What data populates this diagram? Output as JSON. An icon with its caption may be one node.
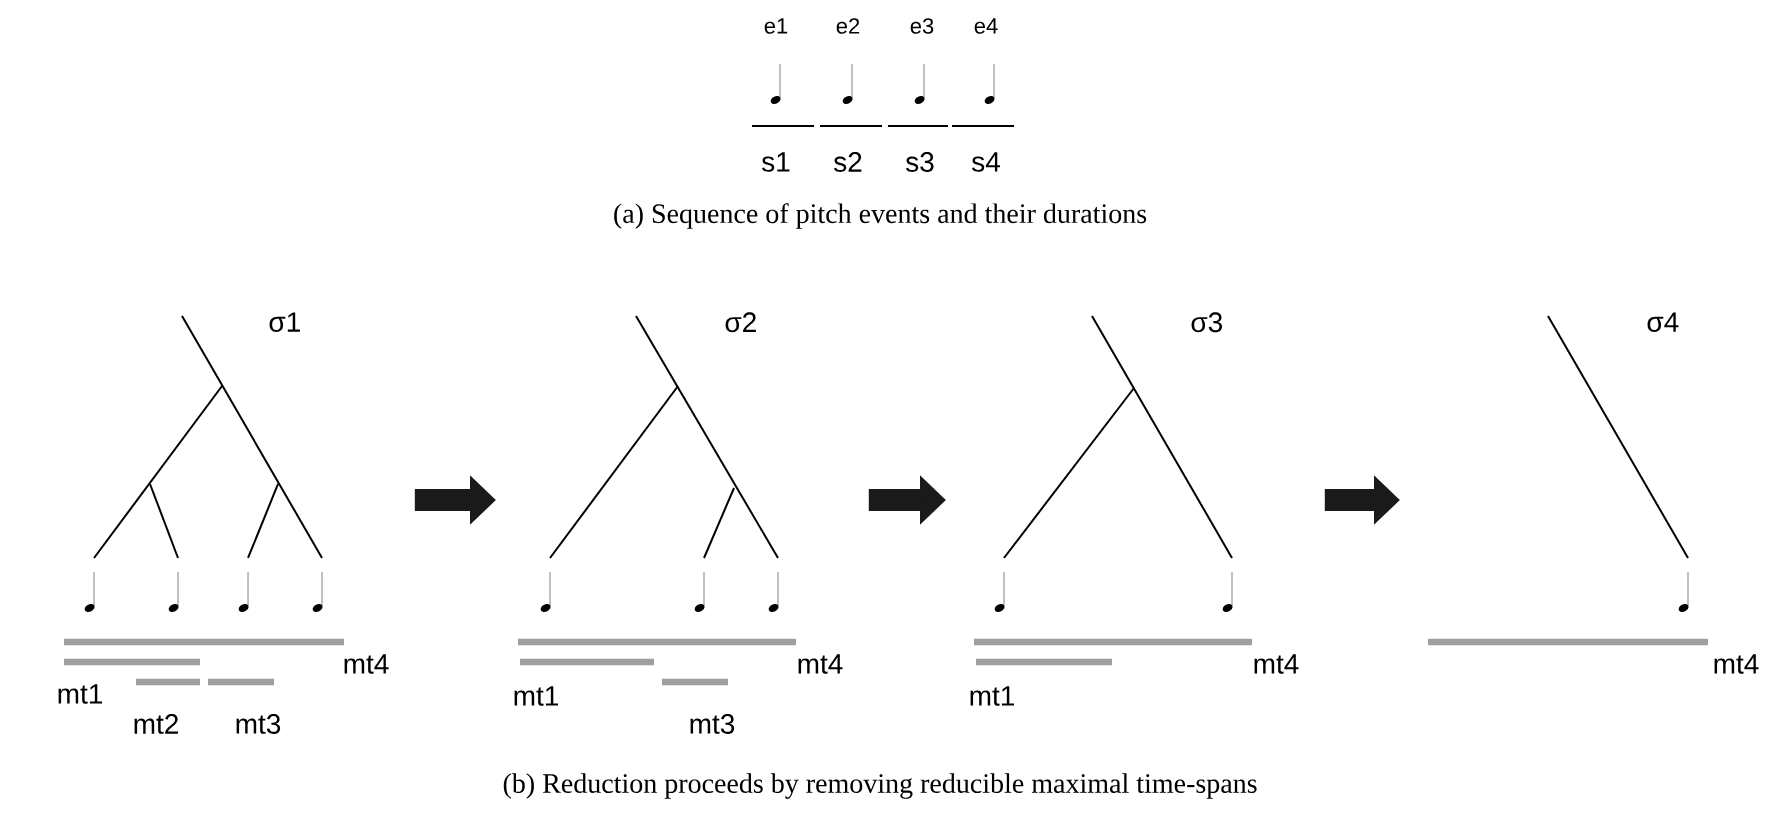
{
  "diagram": {
    "caption": "(b) Reduction proceeds by removing reducible maximal time-spans",
    "nodes": [
      {
        "text": [
          "σ1"
        ]
      },
      {
        "text": [
          "σ2"
        ]
      },
      {
        "text": [
          "σ3"
        ]
      },
      {
        "text": [
          "σ4"
        ]
      }
    ],
    "edges": [
      {
        "from": 0,
        "to": 1,
        "arrow": "to"
      },
      {
        "from": 1,
        "to": 2,
        "arrow": "to"
      },
      {
        "from": 2,
        "to": 3,
        "arrow": "to"
      }
    ],
    "labels": [
      "e1",
      "e2",
      "e3",
      "e4",
      "s1",
      "s2",
      "s3",
      "s4",
      "(a) Sequence of pitch events and their durations",
      "mt4",
      "mt1",
      "mt2",
      "mt3",
      "mt4",
      "mt1",
      "mt3",
      "mt4",
      "mt1",
      "mt4"
    ]
  }
}
